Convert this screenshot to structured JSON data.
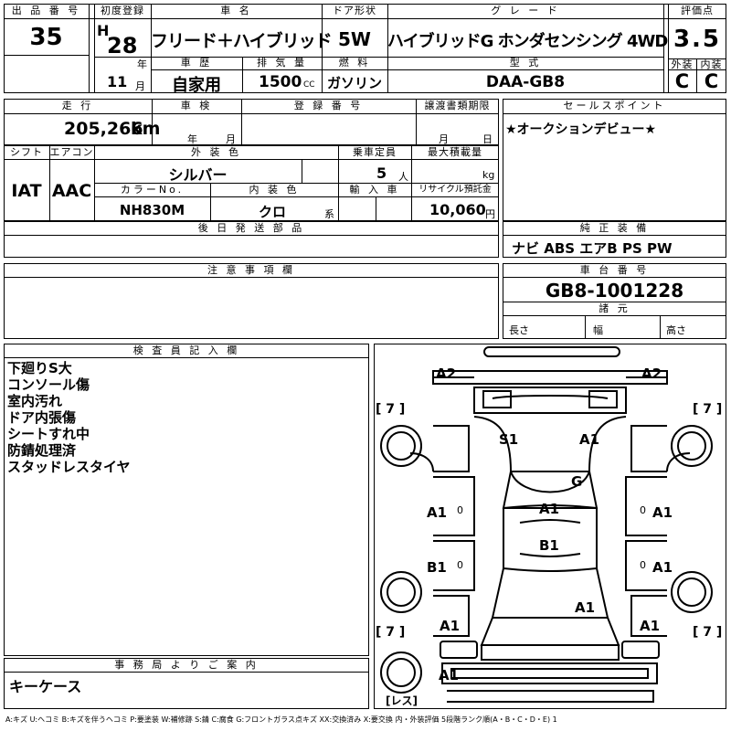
{
  "header": {
    "lot_label": "出 品 番 号",
    "lot_value": "35",
    "first_reg_label": "初度登録",
    "era": "H",
    "year_value": "28",
    "year_unit": "年",
    "month_value": "11",
    "month_unit": "月",
    "car_name_label": "車 名",
    "car_name_value": "フリード＋ハイブリッド",
    "door_label": "ドア形状",
    "door_value": "5W",
    "grade_label": "グ レ ー ド",
    "grade_value": "ハイブリッドG ホンダセンシング 4WD",
    "score_label": "評価点",
    "score_value": "3.5",
    "history_label": "車 歴",
    "history_value": "自家用",
    "displacement_label": "排 気 量",
    "displacement_value": "1500",
    "displacement_unit": "CC",
    "fuel_label": "燃 料",
    "fuel_value": "ガソリン",
    "model_label": "型 式",
    "model_value": "DAA-GB8",
    "exterior_label": "外装",
    "exterior_value": "C",
    "interior_label": "内装",
    "interior_value": "C"
  },
  "row2": {
    "mileage_label": "走 行",
    "mileage_value": "205,266",
    "mileage_unit": "km",
    "inspection_label": "車 検",
    "inspection_year_unit": "年",
    "inspection_month_unit": "月",
    "registration_label": "登 録 番 号",
    "transfer_label": "譲渡書類期限",
    "transfer_month_unit": "月",
    "transfer_day_unit": "日",
    "sales_label": "セールスポイント",
    "sales_value": "★オークションデビュー★"
  },
  "row3": {
    "shift_label": "シフト",
    "shift_value": "IAT",
    "aircon_label": "エアコン",
    "aircon_value": "AAC",
    "color_label": "外 装 色",
    "color_value": "シルバー",
    "capacity_label": "乗車定員",
    "capacity_value": "5",
    "capacity_unit": "人",
    "load_label": "最大積載量",
    "load_unit": "kg",
    "color_no_label": "カラーNo.",
    "color_no_value": "NH830M",
    "interior_color_label": "内 装 色",
    "interior_color_value": "クロ",
    "interior_color_unit": "系",
    "import_label": "輸 入 車",
    "recycle_label": "リサイクル預託金",
    "recycle_value": "10,060",
    "recycle_unit": "円"
  },
  "later_parts_label": "後 日 発 送 部 品",
  "equipment": {
    "label": "純 正 装 備",
    "value": "ナビ ABS エアB PS PW"
  },
  "caution_label": "注 意 事 項 欄",
  "chassis": {
    "label": "車 台 番 号",
    "value": "GB8-1001228",
    "specs_label": "諸 元",
    "length_label": "長さ",
    "width_label": "幅",
    "height_label": "高さ"
  },
  "inspector": {
    "label": "検 査 員 記 入 欄",
    "notes": [
      "下廻りS大",
      "コンソール傷",
      "室内汚れ",
      "ドア内張傷",
      "シートすれ中",
      "防錆処理済",
      "スタッドレスタイヤ"
    ]
  },
  "office": {
    "label": "事 務 局 よ り ご 案 内",
    "value": "キーケース"
  },
  "diagram": {
    "marks": {
      "front_left": "A2",
      "front_right": "A2",
      "hood_left": "S1",
      "hood_right": "A1",
      "windshield": "G",
      "fender_left": "A1",
      "fender_right": "A1",
      "roof": "A1",
      "door_left": "B1",
      "door_right": "A1",
      "rear_center": "A1",
      "rear_left": "A1",
      "rear_right": "A1",
      "bottom": "A1"
    },
    "tire_tl": "[ 7 ]",
    "tire_tr": "[ 7 ]",
    "tire_bl": "[ 7 ]",
    "tire_br": "[ 7 ]",
    "spare": "[レス]",
    "zero": "0"
  },
  "legend": "A:キズ U:ヘコミ B:キズを伴うヘコミ P:要塗装 W:補修跡 S:錆 C:腐食 G:フロントガラス点キズ XX:交換済み X:要交換 内・外装評価 5段階ランク順(A・B・C・D・E) 1"
}
